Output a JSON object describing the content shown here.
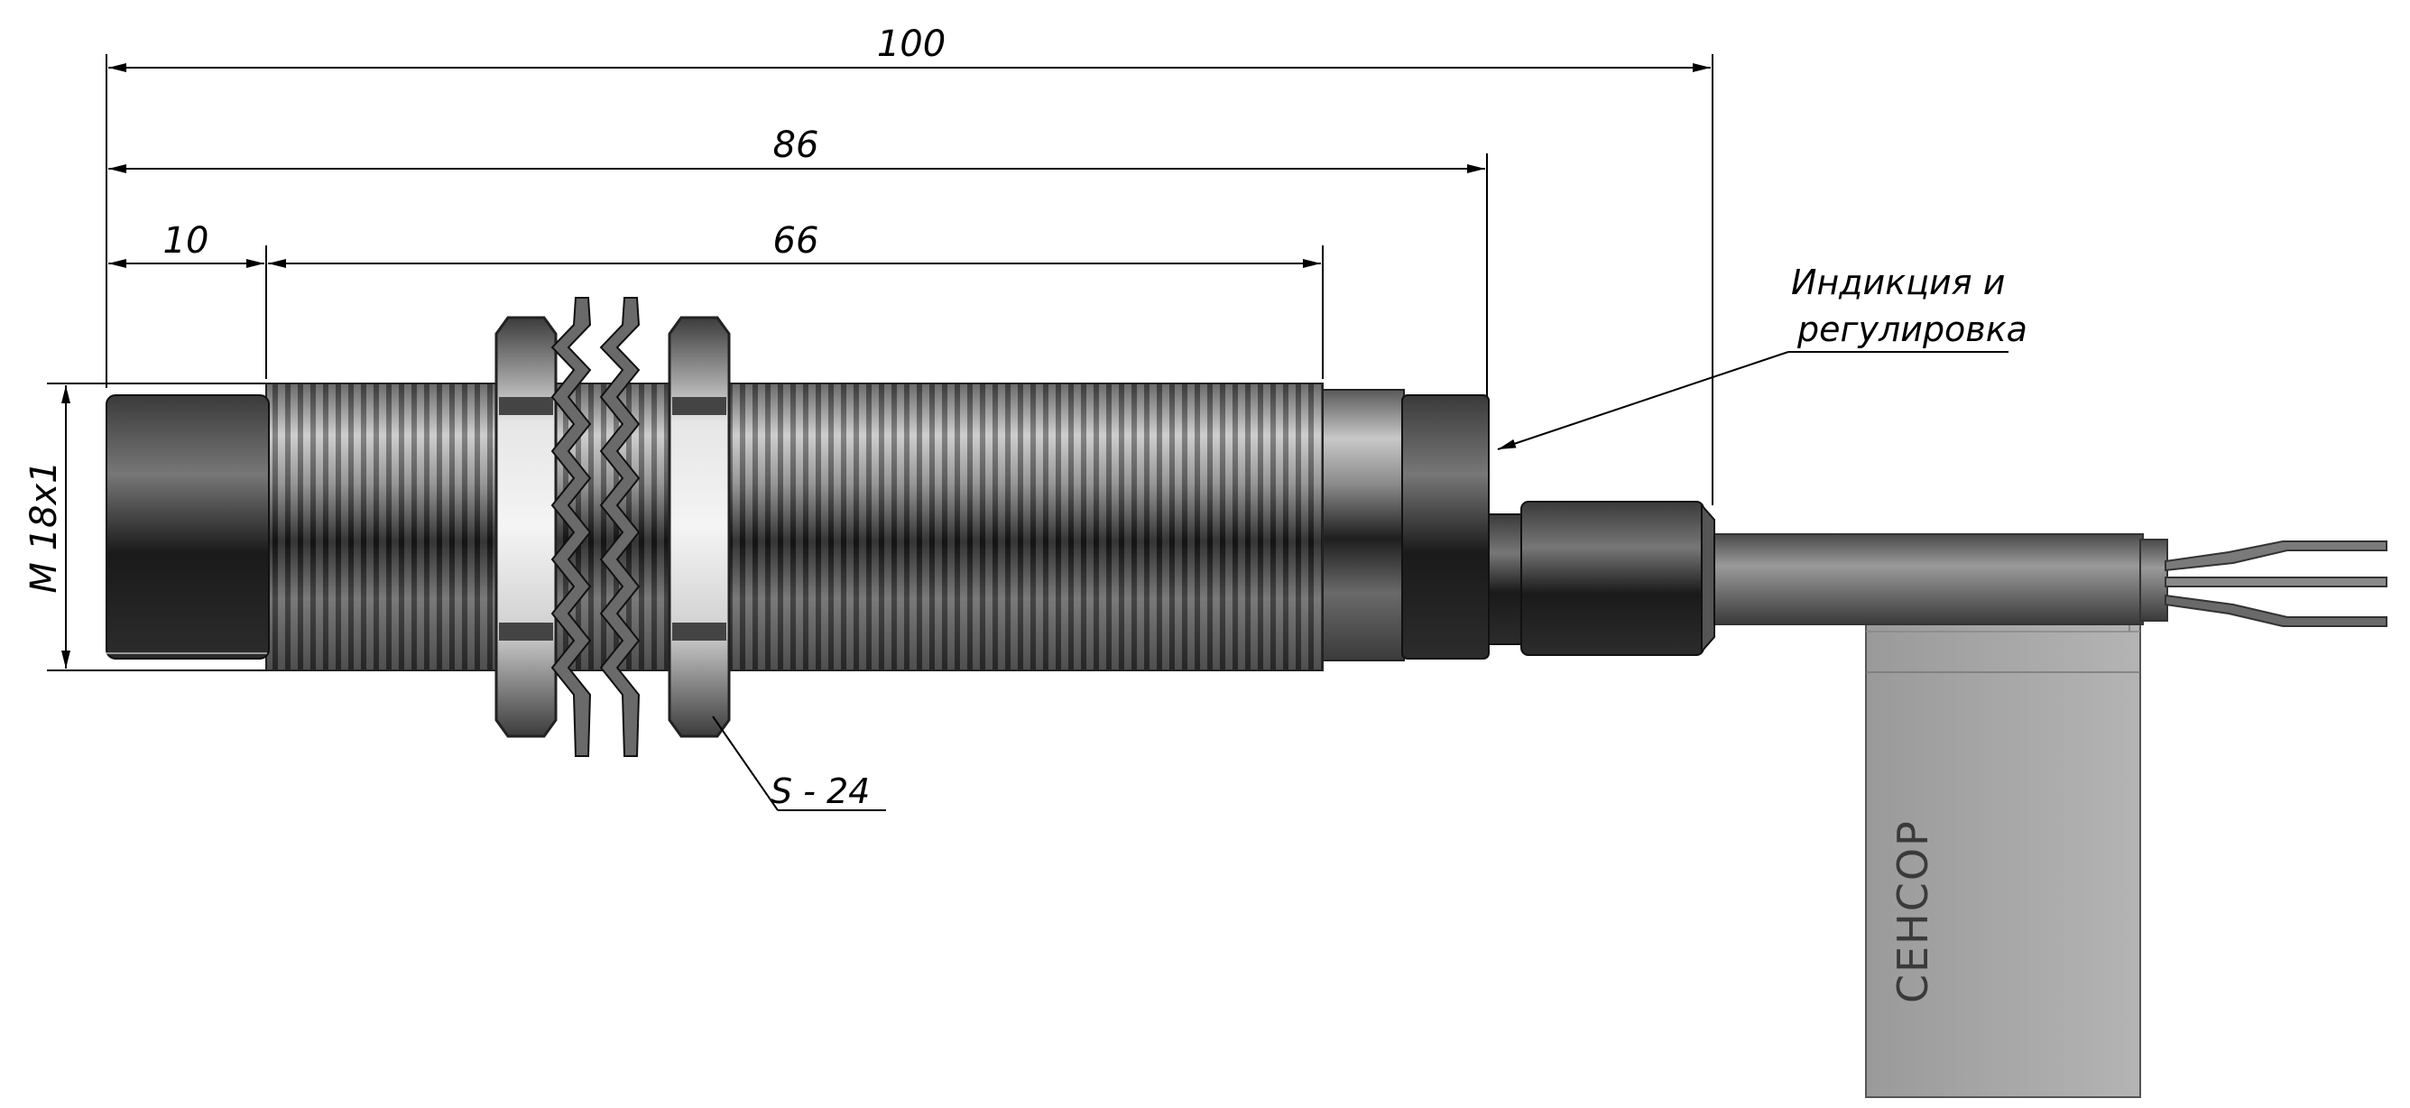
{
  "dimensions": {
    "overall_length": "100",
    "housing_length": "86",
    "thread_length": "66",
    "face_length": "10",
    "thread_spec": "M 18x1"
  },
  "callouts": {
    "indication_line1": "Индикция и",
    "indication_line2": "регулировка",
    "wrench_size": "S - 24"
  },
  "tag_label": "СЕНСОР",
  "colors": {
    "line": "#000000",
    "metal_dark": "#2a2a2a",
    "metal_light": "#d8d8d8",
    "tag_fill": "#a8a8a8"
  }
}
